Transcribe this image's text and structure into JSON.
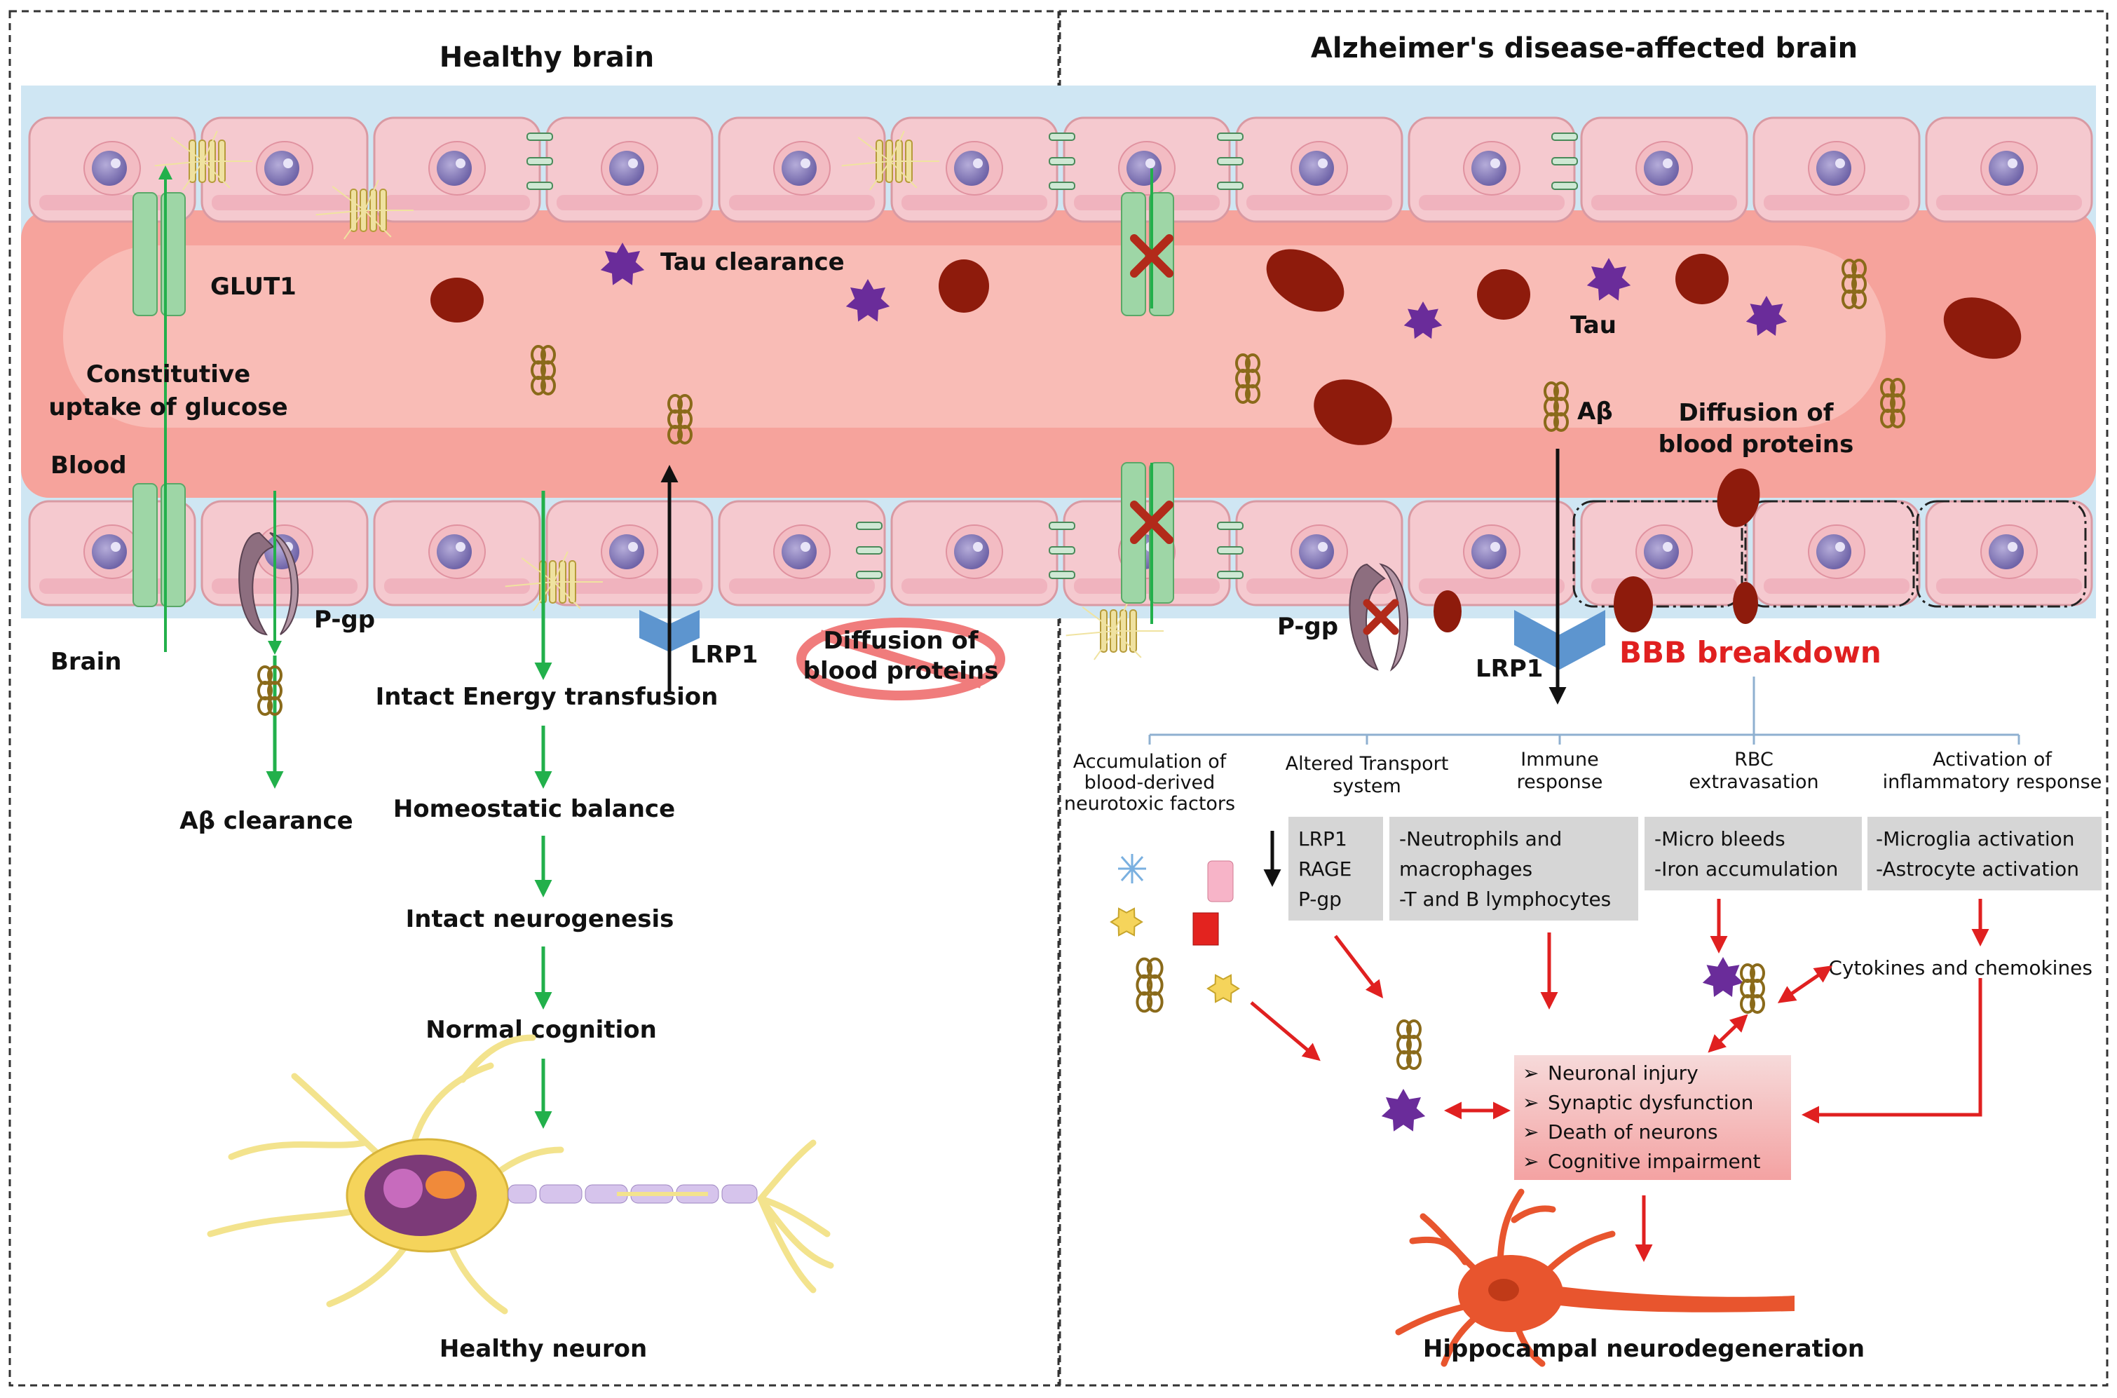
{
  "healthy": {
    "title": "Healthy brain",
    "glut1": "GLUT1",
    "glucose_line1": "Constitutive",
    "glucose_line2": "uptake of glucose",
    "blood": "Blood",
    "brain": "Brain",
    "pgp": "P-gp",
    "lrp1": "LRP1",
    "tau_clearance": "Tau clearance",
    "diffusion_line1": "Diffusion of",
    "diffusion_line2": "blood proteins",
    "ab_clearance": "Aβ clearance",
    "flow": [
      "Intact Energy transfusion",
      "Homeostatic balance",
      "Intact neurogenesis",
      "Normal cognition"
    ],
    "neuron": "Healthy neuron"
  },
  "alzheimers": {
    "title": "Alzheimer's disease-affected brain",
    "tau": "Tau",
    "ab": "Aβ",
    "diffusion_line1": "Diffusion of",
    "diffusion_line2": "blood proteins",
    "pgp": "P-gp",
    "lrp1": "LRP1",
    "bbb_breakdown": "BBB breakdown",
    "categories": [
      {
        "lines": [
          "Accumulation of",
          "blood-derived",
          "neurotoxic factors"
        ]
      },
      {
        "lines": [
          "Altered Transport",
          "system"
        ]
      },
      {
        "lines": [
          "Immune",
          "response"
        ]
      },
      {
        "lines": [
          "RBC",
          "extravasation"
        ]
      },
      {
        "lines": [
          "Activation of",
          "inflammatory response"
        ]
      }
    ],
    "boxes": [
      {
        "lines": [
          "LRP1",
          "RAGE",
          "P-gp"
        ]
      },
      {
        "lines": [
          "-Neutrophils and",
          "macrophages",
          "-T and B lymphocytes"
        ]
      },
      {
        "lines": [
          "-Micro bleeds",
          "-Iron accumulation"
        ]
      },
      {
        "lines": [
          "-Microglia activation",
          "-Astrocyte activation"
        ]
      }
    ],
    "cytokines": "Cytokines and chemokines",
    "effects": [
      "Neuronal injury",
      "Synaptic dysfunction",
      "Death of neurons",
      "Cognitive impairment"
    ],
    "effect_marker": "➢",
    "neurodegeneration": "Hippocampal neurodegeneration"
  },
  "colors": {
    "vessel": "#f7a7a1",
    "endothelium": "#f5c9cf",
    "nucleus": "#8a7fc0",
    "rbc": "#8e1b0c",
    "tau": "#6a2c9a",
    "amyloid": "#8a6a1a",
    "healthy_arrow": "#22b04b",
    "disease_arrow": "#e02020",
    "lrp1": "#5d95cf",
    "breakdown": "#e02020"
  }
}
